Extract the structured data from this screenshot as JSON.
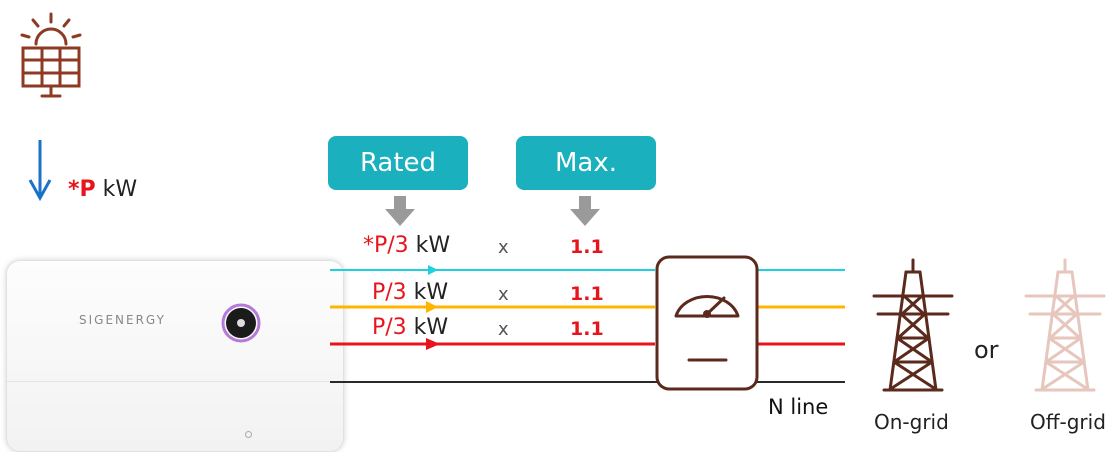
{
  "solar": {
    "icon": "solar-panel-icon"
  },
  "power": {
    "prefix": "*P",
    "unit": " kW",
    "icon": "down-arrow-icon"
  },
  "tags": {
    "rated": "Rated",
    "max": "Max."
  },
  "rows": [
    {
      "label": "*P/3",
      "unit": " kW",
      "times": "x",
      "factor": "1.1",
      "color": "#1fd1e0"
    },
    {
      "label": "P/3",
      "unit": " kW",
      "times": "x",
      "factor": "1.1",
      "color": "#ffb400"
    },
    {
      "label": "P/3",
      "unit": " kW",
      "times": "x",
      "factor": "1.1",
      "color": "#e8141c"
    }
  ],
  "device": {
    "brand": "SIGENERGY"
  },
  "meter": {
    "icon": "energy-meter-icon"
  },
  "n_line": "N line",
  "grid": {
    "connector": "or",
    "on_grid": "On-grid",
    "off_grid": "Off-grid"
  },
  "colors": {
    "accent": "#1ab0bd",
    "tower": "#5b2a1c",
    "tower_faded": "#e6c6bd",
    "solar": "#8c3b22"
  }
}
